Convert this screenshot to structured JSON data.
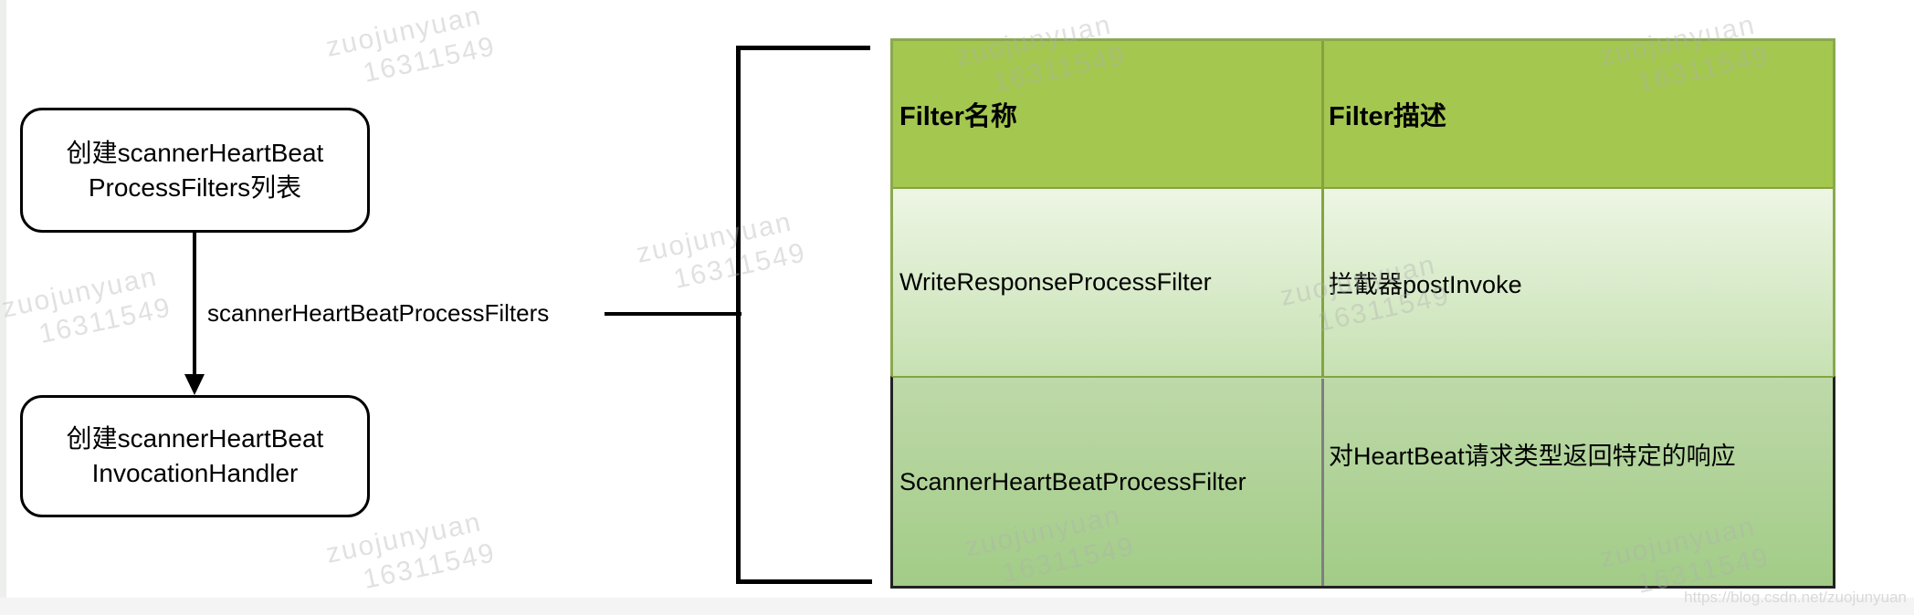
{
  "flowchart": {
    "node1": {
      "line1": "创建scannerHeartBeat",
      "line2": "ProcessFilters列表"
    },
    "node2": {
      "line1": "创建scannerHeartBeat",
      "line2": "InvocationHandler"
    },
    "edge_label": "scannerHeartBeatProcessFilters"
  },
  "table": {
    "headers": [
      "Filter名称",
      "Filter描述"
    ],
    "rows": [
      [
        "WriteResponseProcessFilter",
        "拦截器postInvoke"
      ],
      [
        "ScannerHeartBeatProcessFilter",
        "对HeartBeat请求类型返回特定的响应"
      ]
    ]
  },
  "watermark": {
    "line1": "zuojunyuan",
    "line2": "16311549"
  },
  "footer": {
    "url": "https://blog.csdn.net/zuojunyuan"
  },
  "colors": {
    "page_bg": "#ffffff",
    "left_strip": "#edefec",
    "header_green": "#a4c750",
    "table_border": "#8aa94e",
    "divider_green": "#84a43f",
    "row1_top": "#edf6e4",
    "row1_bottom": "#c7e1b3",
    "row2_top": "#bed9a9",
    "row2_bottom": "#a2cc87",
    "row2_border": "#222222",
    "row2_divider": "#7f7f7f",
    "watermark": "rgba(175,175,175,0.38)",
    "footer_bg": "#f4f4f4",
    "footer_text": "#d9d9d9"
  }
}
